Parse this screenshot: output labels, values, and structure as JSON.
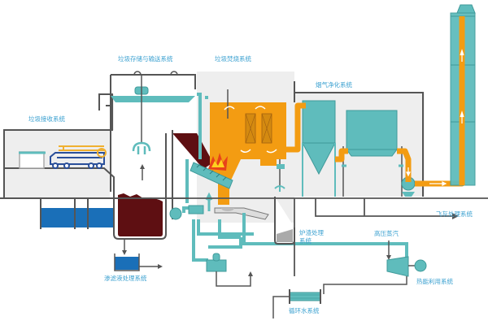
{
  "title": "垃圾焚烧发电工艺流程",
  "labels": {
    "receiving": "垃圾接收系统",
    "storage": "垃圾存储与输送系统",
    "incineration": "垃圾焚烧系统",
    "flue_gas": "烟气净化系统",
    "fly_ash": "飞灰处理系统",
    "slag_line1": "炉渣处理",
    "slag_line2": "系统",
    "leachate": "渗滤液处理系统",
    "high_pressure_steam": "高压蒸汽",
    "heat_utilization": "热能利用系统",
    "circulating_water": "循环水系统"
  },
  "colors": {
    "teal": "#5fbcbc",
    "teal_dark": "#3f9a9a",
    "orange": "#f39c12",
    "dark_red": "#5e0f12",
    "blue": "#1a6fb8",
    "navy": "#2a4f9a",
    "building": "#eeeeee",
    "line": "#555555",
    "label": "#3aa0d0"
  }
}
